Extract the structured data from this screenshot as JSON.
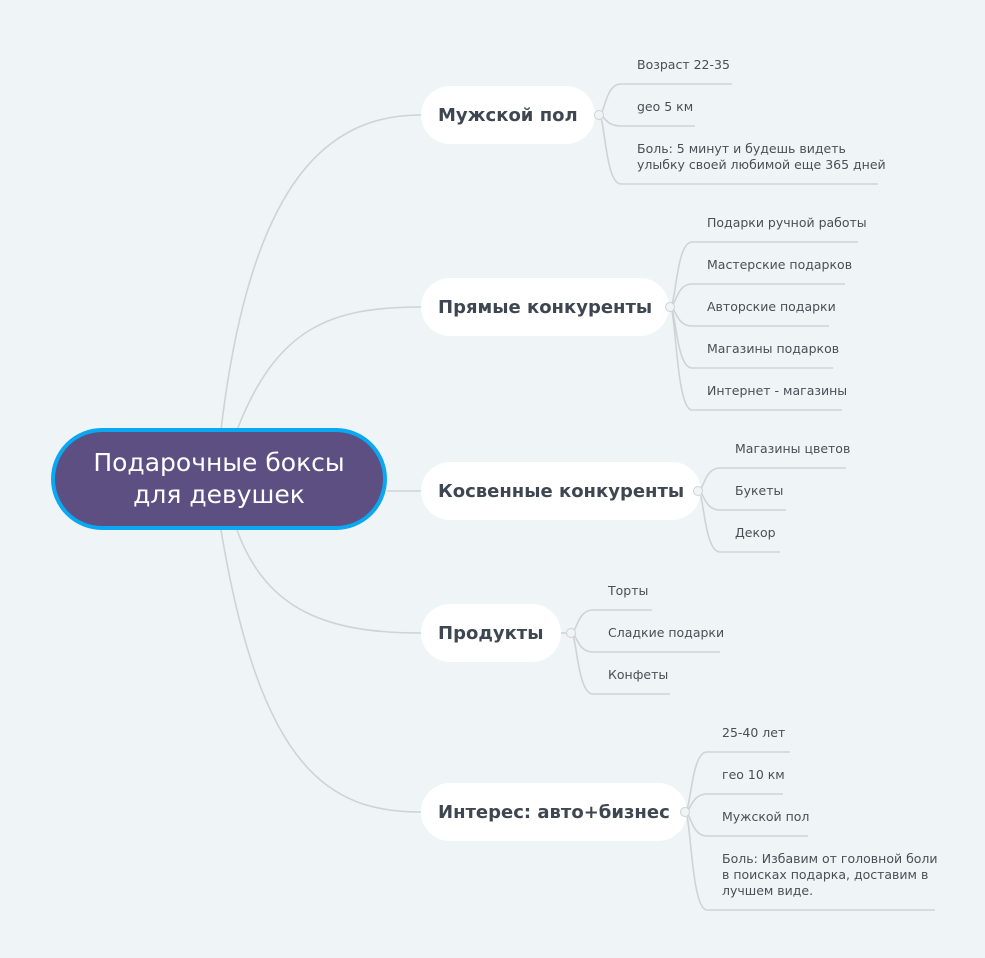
{
  "central": {
    "label": "Подарочные боксы для девушек"
  },
  "colors": {
    "central_fill": "#5e4f83",
    "central_border": "#0aa8f2",
    "background": "#eff4f7",
    "line": "#cfd3d6"
  },
  "topics": [
    {
      "label": "Мужской пол",
      "children": [
        "Возраст 22-35",
        "geo 5 км",
        "Боль: 5 минут и будешь видеть улыбку своей любимой еще 365 дней"
      ]
    },
    {
      "label": "Прямые конкуренты",
      "children": [
        "Подарки ручной работы",
        "Мастерские подарков",
        "Авторские подарки",
        "Магазины подарков",
        "Интернет - магазины"
      ]
    },
    {
      "label": "Косвенные конкуренты",
      "children": [
        "Магазины цветов",
        "Букеты",
        "Декор"
      ]
    },
    {
      "label": "Продукты",
      "children": [
        "Торты",
        "Сладкие подарки",
        "Конфеты"
      ]
    },
    {
      "label": "Интерес: авто+бизнес",
      "children": [
        "25-40 лет",
        "гео 10 км",
        "Мужской пол",
        "Боль: Избавим от головной боли в поисках подарка, доставим в лучшем виде."
      ]
    }
  ]
}
